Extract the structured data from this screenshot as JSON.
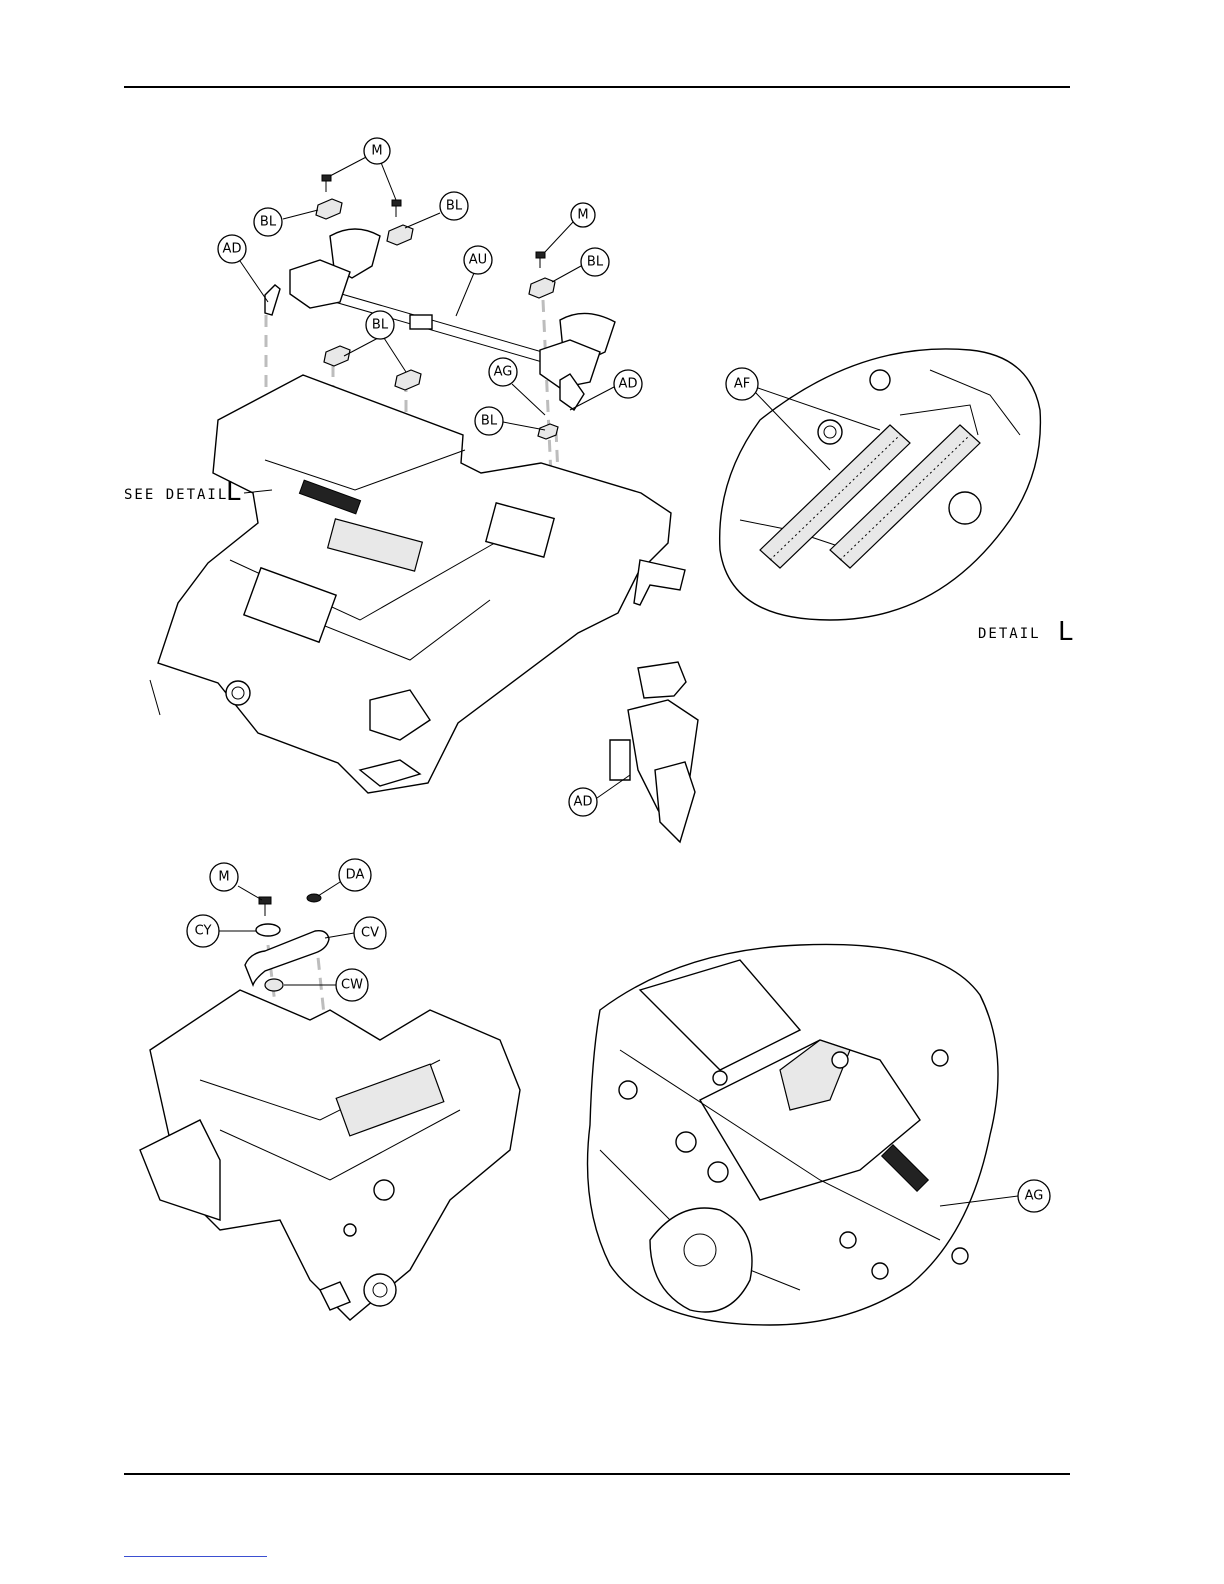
{
  "callouts": {
    "m1": "M",
    "bl1": "BL",
    "ad1": "AD",
    "bl2": "BL",
    "au": "AU",
    "m2": "M",
    "bl3": "BL",
    "bl4": "BL",
    "ag1": "AG",
    "ad2": "AD",
    "bl5": "BL",
    "af": "AF",
    "ad3": "AD",
    "m3": "M",
    "da": "DA",
    "cy": "CY",
    "cv": "CV",
    "cw": "CW",
    "ag2": "AG"
  },
  "labels": {
    "see_detail": "SEE DETAIL",
    "see_detail_letter": "L",
    "detail": "DETAIL",
    "detail_letter": "L"
  }
}
